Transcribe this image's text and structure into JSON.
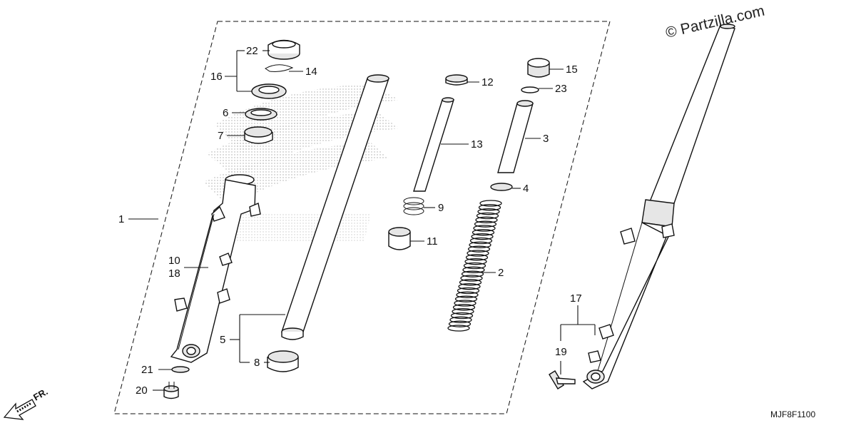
{
  "watermark": "© Partzilla.com",
  "diagram_code": "MJF8F1100",
  "front_indicator": "FR.",
  "callouts": [
    {
      "id": "c1",
      "label": "1"
    },
    {
      "id": "c2",
      "label": "2"
    },
    {
      "id": "c3",
      "label": "3"
    },
    {
      "id": "c4",
      "label": "4"
    },
    {
      "id": "c5",
      "label": "5"
    },
    {
      "id": "c6",
      "label": "6"
    },
    {
      "id": "c7",
      "label": "7"
    },
    {
      "id": "c8",
      "label": "8"
    },
    {
      "id": "c9",
      "label": "9"
    },
    {
      "id": "c10",
      "label": "10"
    },
    {
      "id": "c11",
      "label": "11"
    },
    {
      "id": "c12",
      "label": "12"
    },
    {
      "id": "c13",
      "label": "13"
    },
    {
      "id": "c14",
      "label": "14"
    },
    {
      "id": "c15",
      "label": "15"
    },
    {
      "id": "c16",
      "label": "16"
    },
    {
      "id": "c17",
      "label": "17"
    },
    {
      "id": "c18",
      "label": "18"
    },
    {
      "id": "c19",
      "label": "19"
    },
    {
      "id": "c20",
      "label": "20"
    },
    {
      "id": "c21",
      "label": "21"
    },
    {
      "id": "c22",
      "label": "22"
    },
    {
      "id": "c23",
      "label": "23"
    }
  ]
}
